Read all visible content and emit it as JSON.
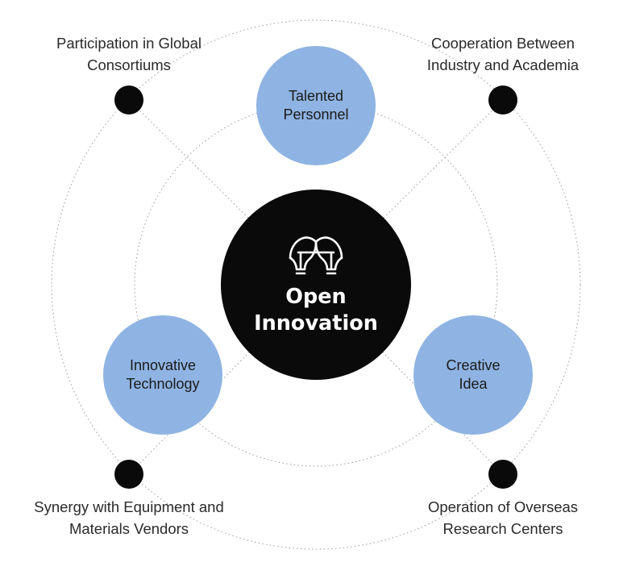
{
  "center": {
    "title": "Open\nInnovation",
    "icon": "lightbulbs-icon"
  },
  "nodes": {
    "talented": "Talented\nPersonnel",
    "innovative": "Innovative\nTechnology",
    "creative": "Creative\nIdea"
  },
  "corners": {
    "top_left": "Participation in Global\nConsortiums",
    "top_right": "Cooperation Between\nIndustry and Academia",
    "bottom_left": "Synergy with Equipment and\nMaterials Vendors",
    "bottom_right": "Operation of Overseas\nResearch Centers"
  },
  "colors": {
    "node_fill": "#8fb4e3",
    "core_fill": "#0a0a0a",
    "dot_fill": "#0a0a0a"
  }
}
